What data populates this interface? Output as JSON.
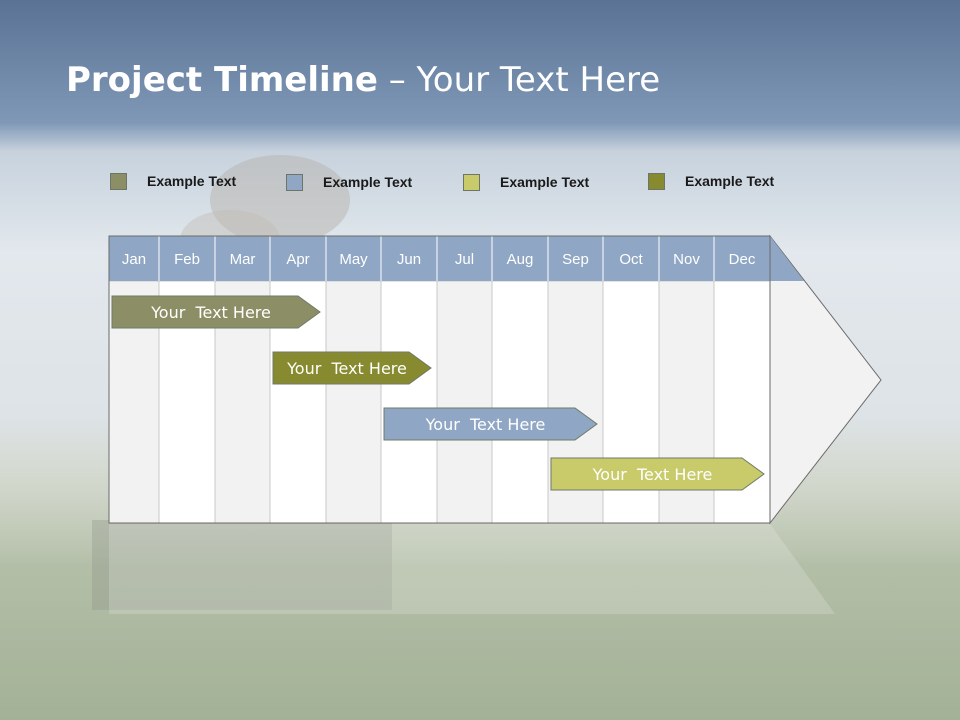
{
  "slide": {
    "title_bold": "Project Timeline",
    "title_rest": " – Your Text Here"
  },
  "legend": [
    {
      "label": "Example Text",
      "color": "#8c8f66"
    },
    {
      "label": "Example Text",
      "color": "#8fa6c4"
    },
    {
      "label": "Example Text",
      "color": "#c9cb6a"
    },
    {
      "label": "Example Text",
      "color": "#878a2e"
    }
  ],
  "months": [
    "Jan",
    "Feb",
    "Mar",
    "Apr",
    "May",
    "Jun",
    "Jul",
    "Aug",
    "Sep",
    "Oct",
    "Nov",
    "Dec"
  ],
  "tasks": [
    {
      "label": "Your  Text Here",
      "start": "Jan",
      "end": "Apr",
      "color": "#8c8f66"
    },
    {
      "label": "Your  Text Here",
      "start": "Apr",
      "end": "Jun",
      "color": "#878a2e"
    },
    {
      "label": "Your  Text Here",
      "start": "Jun",
      "end": "Sep",
      "color": "#8fa6c4"
    },
    {
      "label": "Your  Text Here",
      "start": "Sep",
      "end": "Dec",
      "color": "#c9cb6a"
    }
  ],
  "colors": {
    "header_band": "#8fa6c4",
    "column_alt": "#f2f2f2",
    "column_white": "#ffffff",
    "grid_line": "#c8c8c8"
  }
}
